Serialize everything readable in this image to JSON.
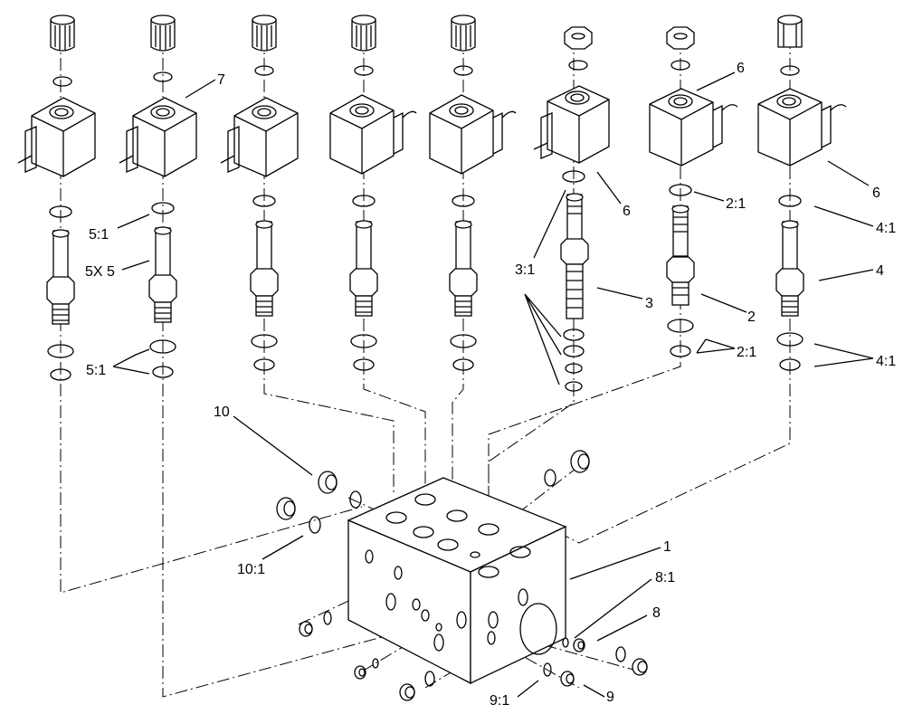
{
  "callouts": {
    "c7": "7",
    "c6a": "6",
    "c6b": "6",
    "c6c": "6",
    "c5_1a": "5:1",
    "c5x5": "5X 5",
    "c5_1b": "5:1",
    "c3_1": "3:1",
    "c3": "3",
    "c2_1a": "2:1",
    "c2": "2",
    "c2_1b": "2:1",
    "c4_1a": "4:1",
    "c4": "4",
    "c4_1b": "4:1",
    "c10": "10",
    "c10_1": "10:1",
    "c1": "1",
    "c8_1": "8:1",
    "c8": "8",
    "c9_1": "9:1",
    "c9": "9"
  }
}
